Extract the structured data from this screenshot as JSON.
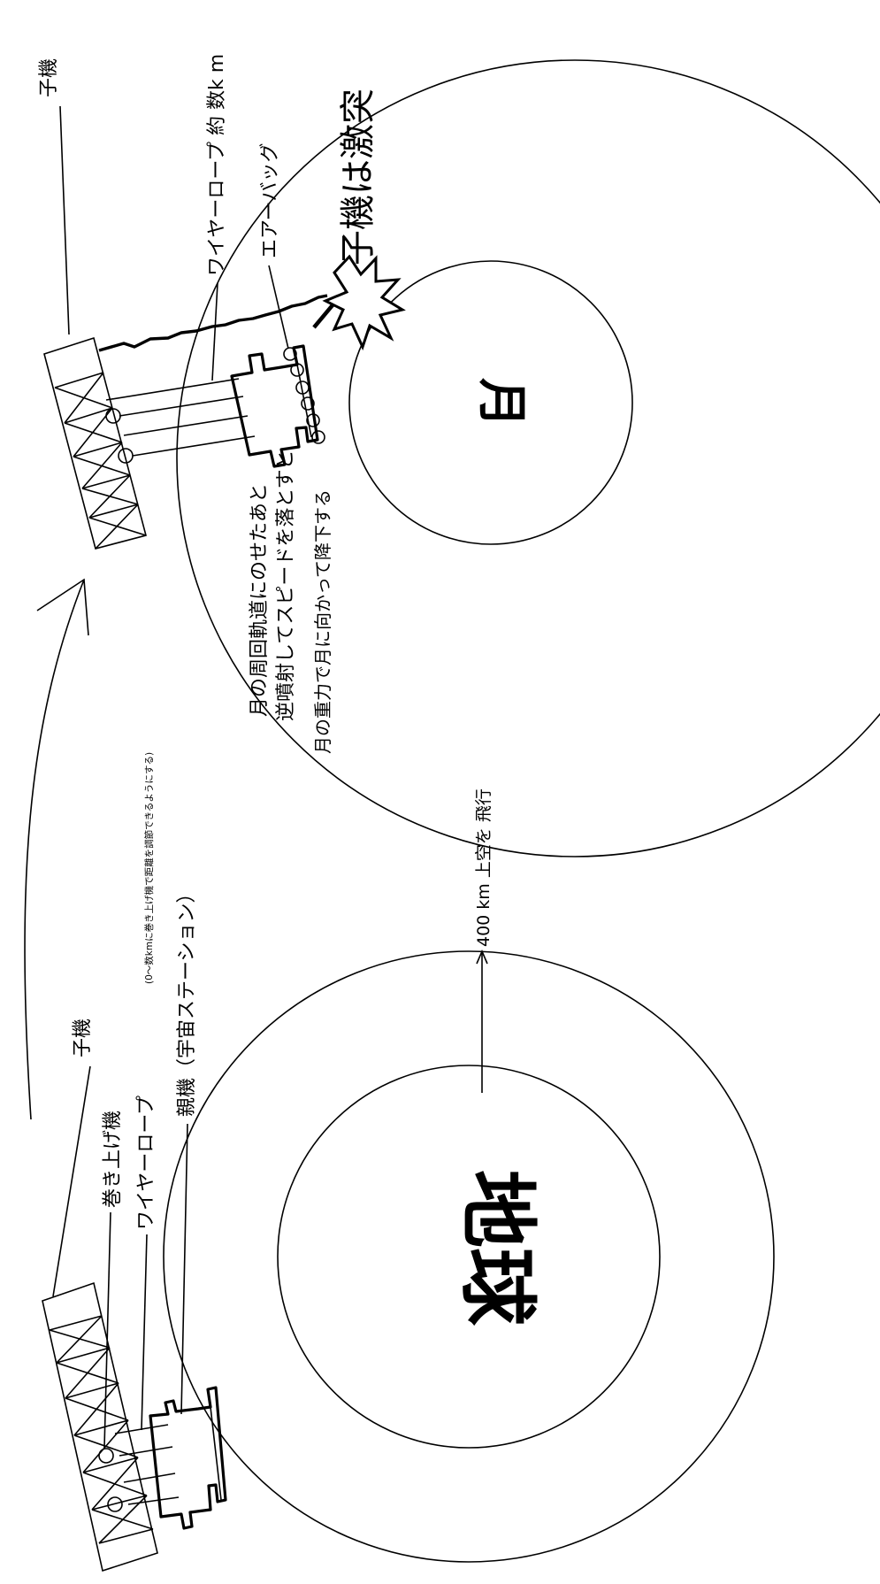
{
  "diagram": {
    "earth_label": "地球",
    "moon_label": "月",
    "earth_side": {
      "child_craft": "子機",
      "winch": "巻き上げ機",
      "wire_rope": "ワイヤーロープ",
      "wire_note": "(0～数kmに巻き上げ機で距離を調節できるようにする)",
      "parent_craft": "親機（宇宙ステーション）",
      "altitude": "400 km 上空を 飛行"
    },
    "moon_side": {
      "child_craft": "子機",
      "wire_rope": "ワイヤーロープ 約 数k m",
      "airbag": "エアーバッグ",
      "impact": "子機は激突",
      "step1": "月の周回軌道にのせたあと",
      "step2": "逆噴射してスピードを落とすと",
      "step3": "月の重力で月に向かって降下する"
    }
  }
}
